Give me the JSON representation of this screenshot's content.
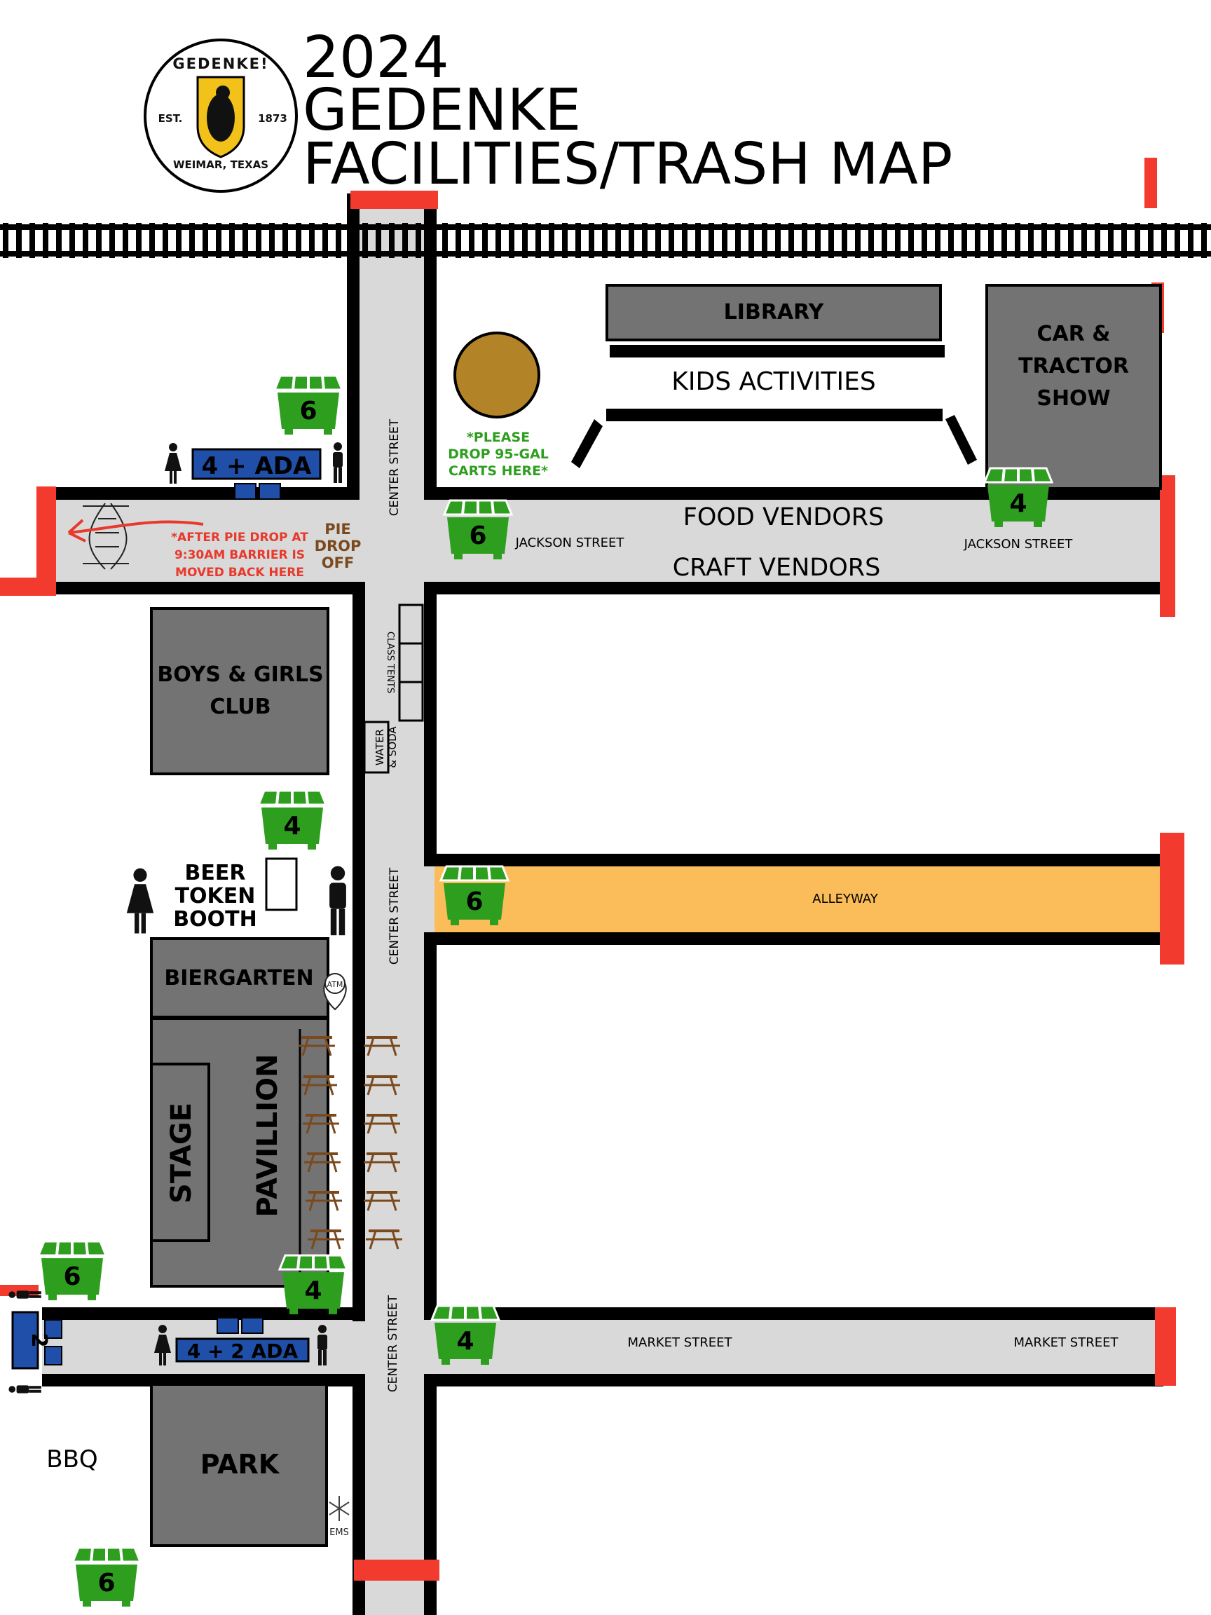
{
  "title": {
    "year": "2024",
    "line1": "GEDENKE",
    "line2": "FACILITIES/TRASH MAP"
  },
  "logo": {
    "top_text": "GEDENKE!",
    "est": "EST.",
    "year_founded": "1873",
    "bottom_text": "WEIMAR, TEXAS"
  },
  "buildings": {
    "library": "LIBRARY",
    "car_tractor": [
      "CAR &",
      "TRACTOR",
      "SHOW"
    ],
    "boys_girls": [
      "BOYS & GIRLS",
      "CLUB"
    ],
    "biergarten": "BIERGARTEN",
    "stage": "STAGE",
    "pavilion": "PAVILLION",
    "park": "PARK"
  },
  "areas": {
    "kids_activities": "KIDS ACTIVITIES",
    "food_vendors": "FOOD VENDORS",
    "craft_vendors": "CRAFT VENDORS",
    "alleyway": "ALLEYWAY",
    "bbq": "BBQ",
    "beer_token": [
      "BEER",
      "TOKEN",
      "BOOTH"
    ],
    "class_tents": "CLASS TENTS",
    "water_soda": [
      "WATER",
      "& SODA"
    ],
    "pie_drop": [
      "PIE",
      "DROP",
      "OFF"
    ],
    "ems": "EMS",
    "atm": "ATM"
  },
  "streets": {
    "center": "CENTER STREET",
    "jackson": "JACKSON STREET",
    "market": "MARKET STREET"
  },
  "notes": {
    "carts": [
      "*PLEASE",
      "DROP 95-GAL",
      "CARTS HERE*"
    ],
    "barrier": [
      "*AFTER PIE DROP AT",
      "9:30AM BARRIER IS",
      "MOVED BACK HERE"
    ]
  },
  "restrooms": {
    "top": "4 + ADA",
    "bottom": "4 + 2 ADA",
    "side": "2"
  },
  "dumpster_counts": [
    "6",
    "6",
    "4",
    "4",
    "6",
    "6",
    "4",
    "4",
    "6"
  ],
  "colors": {
    "road": "#d9d9d9",
    "building": "#737373",
    "dumpster": "#2e9e1f",
    "barrier": "#f23a2e",
    "alley": "#fbbc5a",
    "restroom": "#1f4fa8",
    "note_green": "#2e9e1f",
    "note_red": "#e8392c",
    "brown": "#7a4a1e"
  }
}
